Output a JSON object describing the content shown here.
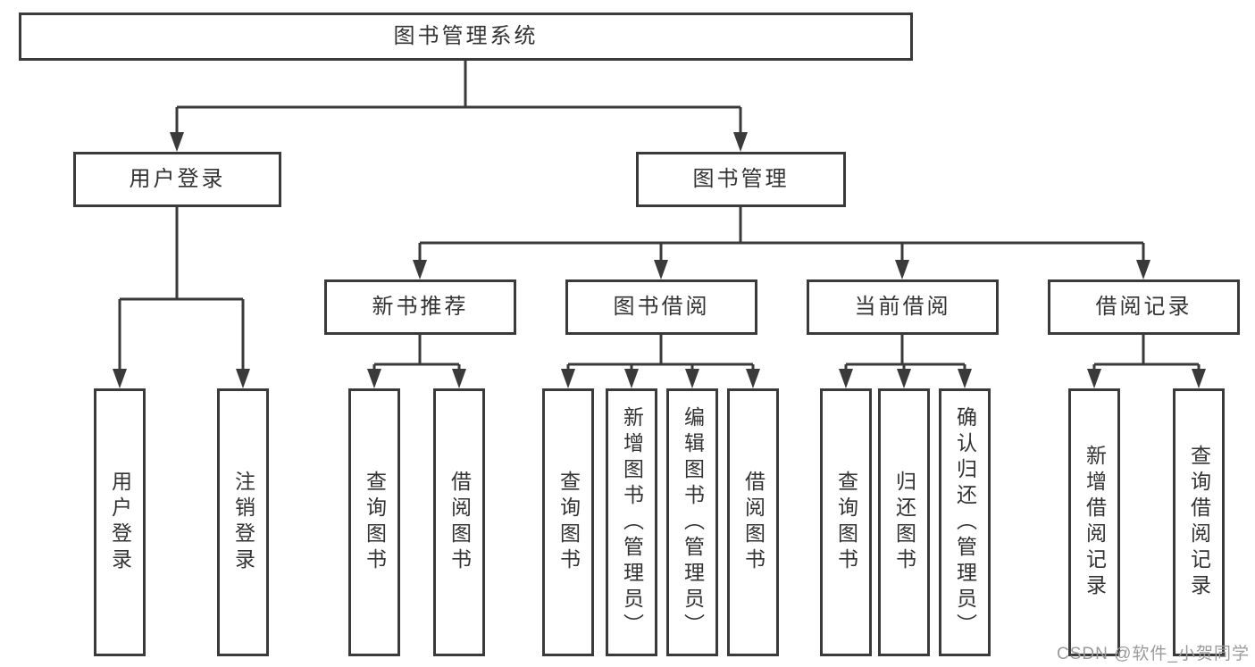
{
  "diagram_title": "图书管理系统",
  "colors": {
    "line": "#3a3a3a",
    "text": "#333333",
    "background": "#ffffff",
    "watermark": "#9b9b9b"
  },
  "nodes": {
    "root": {
      "label": "图书管理系统"
    },
    "level2": [
      {
        "label": "用户登录"
      },
      {
        "label": "图书管理"
      }
    ],
    "level3": [
      {
        "label": "新书推荐"
      },
      {
        "label": "图书借阅"
      },
      {
        "label": "当前借阅"
      },
      {
        "label": "借阅记录"
      }
    ],
    "leaves": [
      {
        "label": "用户登录"
      },
      {
        "label": "注销登录"
      },
      {
        "label": "查询图书"
      },
      {
        "label": "借阅图书"
      },
      {
        "label": "查询图书"
      },
      {
        "label": "新增图书（管理员）"
      },
      {
        "label": "编辑图书（管理员）"
      },
      {
        "label": "借阅图书"
      },
      {
        "label": "查询图书"
      },
      {
        "label": "归还图书"
      },
      {
        "label": "确认归还（管理员）"
      },
      {
        "label": "新增借阅记录"
      },
      {
        "label": "查询借阅记录"
      }
    ]
  },
  "watermark": {
    "text": "CSDN @软件_小贺同学"
  }
}
